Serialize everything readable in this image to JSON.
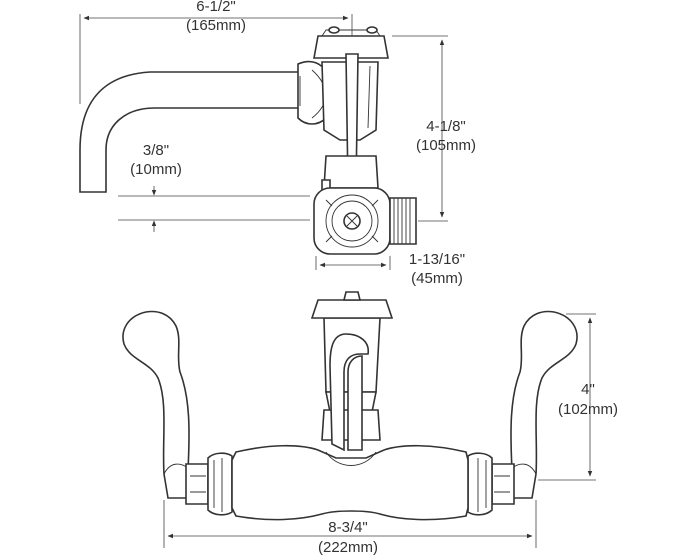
{
  "dimensions": {
    "spout_reach_in": "6-1/2\"",
    "spout_reach_mm": "(165mm)",
    "height_in": "4-1/8\"",
    "height_mm": "(105mm)",
    "outlet_offset_in": "3/8\"",
    "outlet_offset_mm": "(10mm)",
    "inlet_in": "1-13/16\"",
    "inlet_mm": "(45mm)",
    "handle_height_in": "4\"",
    "handle_height_mm": "(102mm)",
    "width_in": "8-3/4\"",
    "width_mm": "(222mm)"
  },
  "colors": {
    "line": "#333333",
    "fill": "#ffffff"
  }
}
